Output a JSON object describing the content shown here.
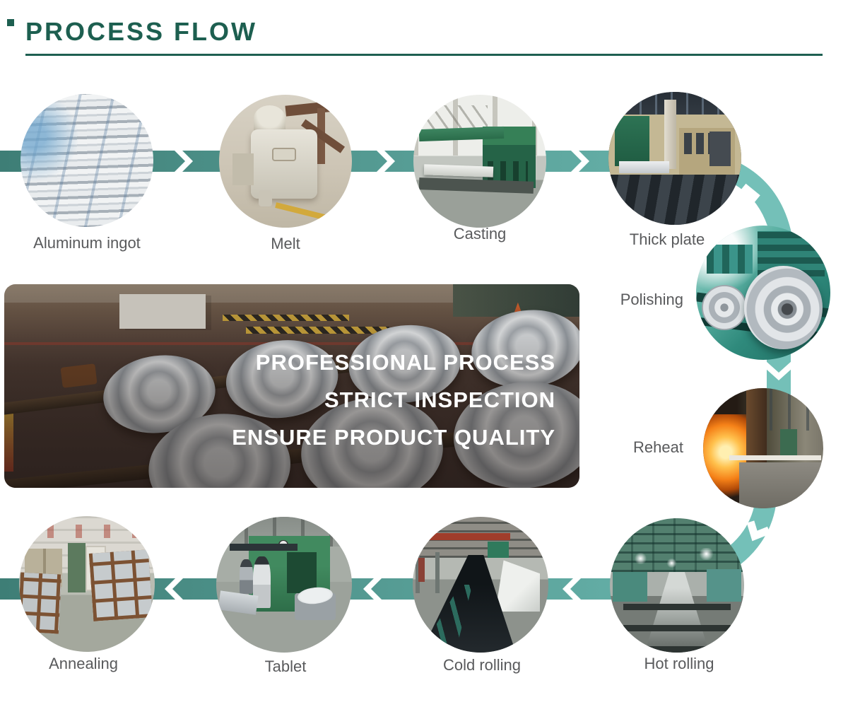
{
  "title": {
    "text": "PROCESS FLOW"
  },
  "banner": {
    "line1": "PROFESSIONAL PROCESS",
    "line2": "STRICT INSPECTION",
    "line3": "ENSURE PRODUCT QUALITY"
  },
  "steps": {
    "aluminum_ingot": {
      "label": "Aluminum ingot"
    },
    "melt": {
      "label": "Melt"
    },
    "casting": {
      "label": "Casting"
    },
    "thick_plate": {
      "label": "Thick plate"
    },
    "polishing": {
      "label": "Polishing"
    },
    "reheat": {
      "label": "Reheat"
    },
    "hot_rolling": {
      "label": "Hot rolling"
    },
    "cold_rolling": {
      "label": "Cold rolling"
    },
    "tablet": {
      "label": "Tablet"
    },
    "annealing": {
      "label": "Annealing"
    }
  },
  "colors": {
    "heading": "#1D5F50",
    "band_dark": "#3E7E76",
    "band_light": "#66B1A9",
    "curve": "#74C0B8",
    "label": "#595A5C"
  }
}
